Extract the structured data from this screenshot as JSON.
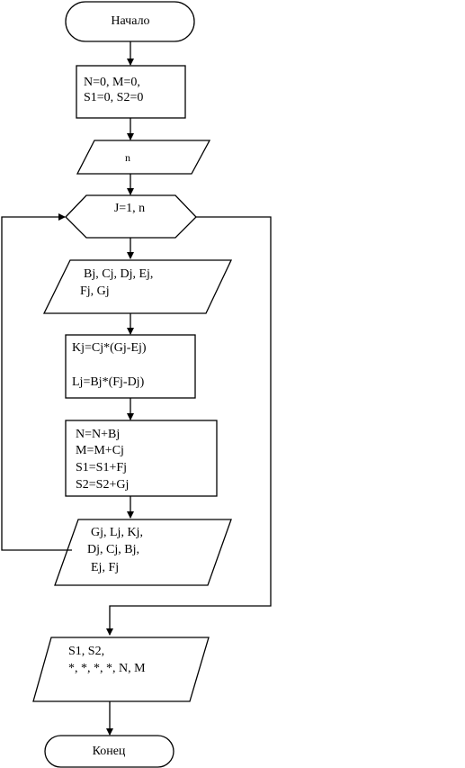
{
  "flowchart": {
    "start": "Начало",
    "init": [
      "N=0, M=0,",
      "S1=0, S2=0"
    ],
    "input_n": "n",
    "loop": "J=1, n",
    "input_vals": [
      "Bj, Cj, Dj, Ej,",
      "Fj, Gj"
    ],
    "calc": [
      "Kj=Cj*(Gj-Ej)",
      "",
      "Lj=Bj*(Fj-Dj)"
    ],
    "accum": [
      "N=N+Bj",
      "M=M+Cj",
      "S1=S1+Fj",
      "S2=S2+Gj"
    ],
    "output_loop": [
      "Gj, Lj, Kj,",
      "Dj, Cj, Bj,",
      "Ej, Fj"
    ],
    "output_final": [
      "S1, S2,",
      "*, *, *, *, N, M"
    ],
    "end": "Конец"
  }
}
